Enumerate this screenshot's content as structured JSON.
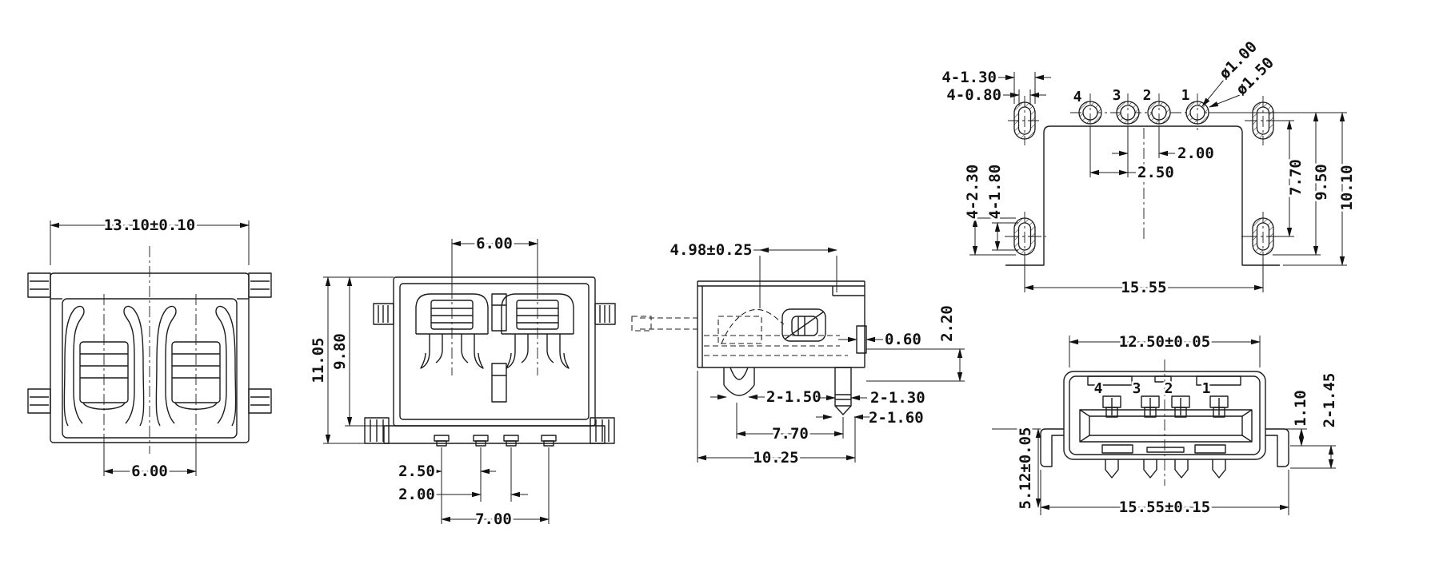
{
  "drawing": {
    "type": "connector-engineering-drawing",
    "colors": {
      "line": "#1c1c1c",
      "background": "#ffffff"
    }
  },
  "views": {
    "rear": {
      "dims": {
        "overall_width": "13.10±0.10",
        "contact_spacing": "6.00"
      }
    },
    "front": {
      "dims": {
        "contact_spacing": "6.00",
        "height_total": "11.05",
        "height_body": "9.80",
        "pitch_a": "2.50",
        "pitch_b": "2.00",
        "span": "7.00"
      }
    },
    "side": {
      "dims": {
        "depth": "4.98±0.25",
        "shell_gap": "0.60",
        "tab_height": "2.20",
        "front_legs": "2-1.50",
        "rear_leg_a": "2-1.30",
        "rear_leg_b": "2-1.60",
        "leg_spacing": "7.70",
        "overall_depth": "10.25"
      }
    },
    "pcb": {
      "hole_numbers": [
        "4",
        "3",
        "2",
        "1"
      ],
      "dims": {
        "slots_w": "4-1.30",
        "slots_w_inner": "4-0.80",
        "hole_inner": "ø1.00",
        "hole_outer": "ø1.50",
        "pitch_b": "2.00",
        "pitch_a": "2.50",
        "slots_h": "4-2.30",
        "slots_h_inner": "4-1.80",
        "rows": "7.70",
        "depth_b": "9.50",
        "depth_c": "10.10",
        "span": "15.55"
      }
    },
    "face": {
      "pin_numbers": [
        "4",
        "3",
        "2",
        "1"
      ],
      "dims": {
        "opening_width": "12.50±0.05",
        "pin_drop": "1.10",
        "brackets": "2-1.45",
        "height": "5.12±0.05",
        "mount_span": "15.55±0.15"
      }
    }
  }
}
